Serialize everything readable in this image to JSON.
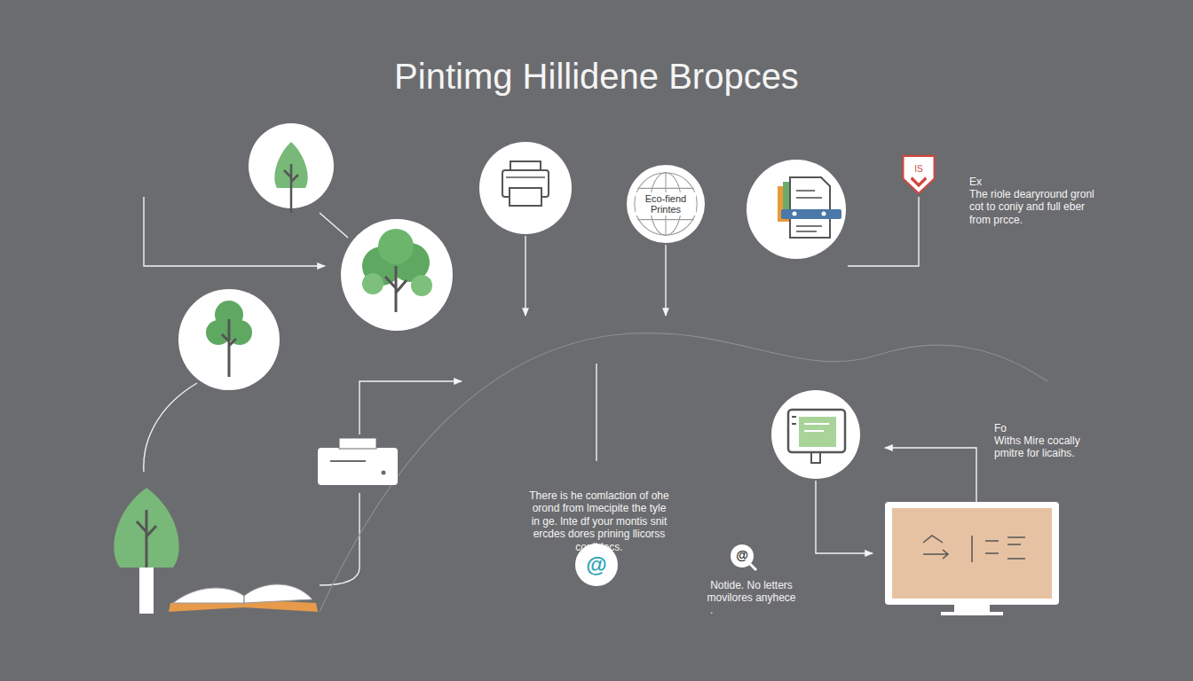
{
  "diagram": {
    "title": "Pintimg Hillidene Bropces",
    "nodes": [
      {
        "text": [
          "Eco-fiend Printes"
        ]
      },
      {
        "text": [
          "IS"
        ]
      },
      {
        "text": [
          "@"
        ]
      }
    ],
    "labels": [
      "Ex",
      "The riole dearyround gronl cot to coniy and full eber from prcce.",
      "There is he comlaction of ohe orond from lmecipite the tyle in ge. lnte df your montis snit ercdes dores prining llicorss conlidecs.",
      "@",
      "Notide. No letters movilores anyhece",
      "Fo",
      "Withs Mire cocally pmitre for licaihs."
    ]
  }
}
